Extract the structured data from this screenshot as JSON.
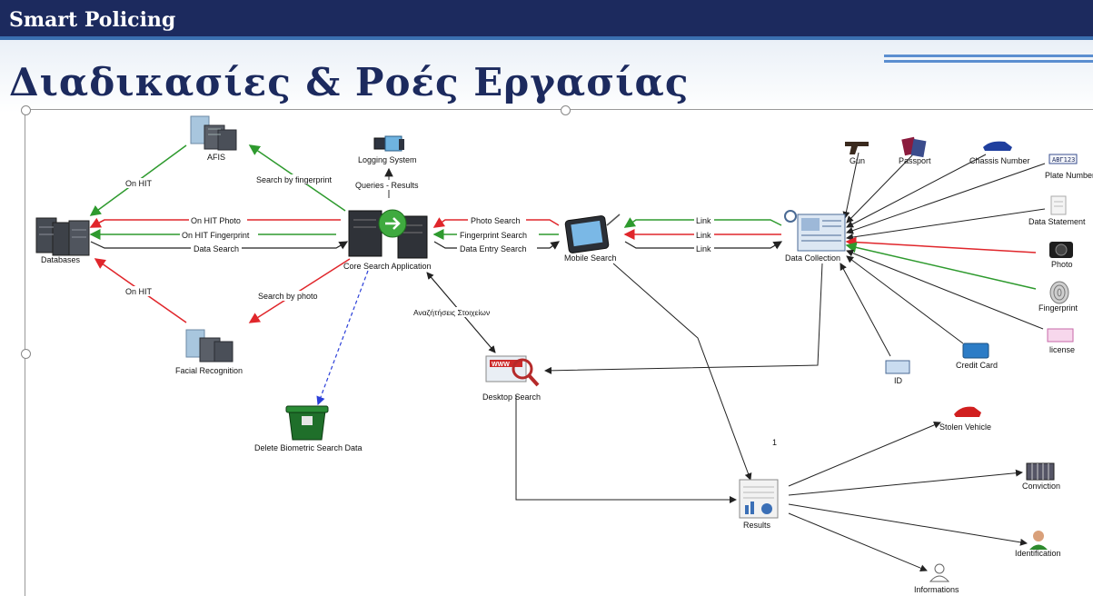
{
  "header": {
    "app_title": "Smart Policing",
    "slide_title": "Διαδικασίες & Ροές Εργασίας"
  },
  "nodes": {
    "afis": "AFIS",
    "databases": "Databases",
    "core": "Core Search Application",
    "logging": "Logging System",
    "facial": "Facial Recognition",
    "delete": "Delete Biometric Search Data",
    "mobile": "Mobile Search",
    "desktop": "Desktop Search",
    "collection": "Data Collection",
    "results": "Results",
    "gun": "Gun",
    "passport": "Passport",
    "chassis": "Chassis Number",
    "plate": "Plate Number",
    "statement": "Data Statement",
    "photo": "Photo",
    "fingerprint": "Fingerprint",
    "license": "license",
    "credit": "Credit Card",
    "id": "ID",
    "stolen": "Stolen Vehicle",
    "conviction": "Conviction",
    "identification": "Identification",
    "informations": "Informations"
  },
  "edges": {
    "on_hit_afis": "On HIT",
    "search_fp": "Search by fingerprint",
    "queries": "Queries - Results",
    "on_hit_photo": "On HIT Photo",
    "on_hit_fp": "On HIT Fingerprint",
    "data_search": "Data Search",
    "on_hit_facial": "On HIT",
    "search_photo": "Search by photo",
    "photo_search": "Photo Search",
    "fp_search": "Fingerprint Search",
    "data_entry": "Data Entry Search",
    "link1": "Link",
    "link2": "Link",
    "link3": "Link",
    "anazitisi": "Αναζήτήσεις Στοιχείων",
    "count": "1"
  },
  "colors": {
    "green": "#2e9a2e",
    "red": "#e0262b",
    "black": "#222222",
    "blue_dashed": "#2b3fd8",
    "navy": "#1c2a5e"
  }
}
